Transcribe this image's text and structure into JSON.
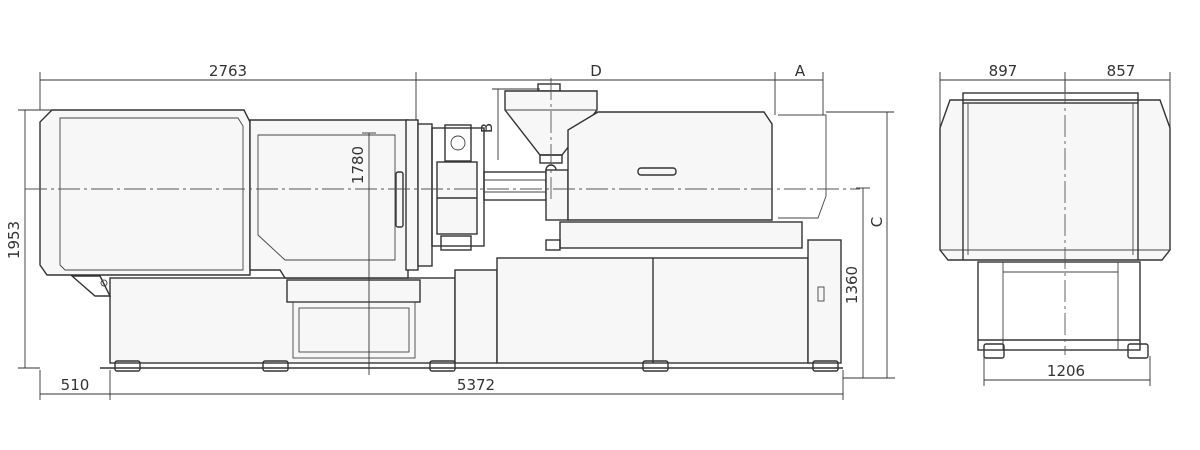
{
  "colors": {
    "line": "#333333",
    "background": "#ffffff"
  },
  "dimensions": {
    "clamp_length": "2763",
    "d_label": "D",
    "a_label": "A",
    "b_label": "B",
    "c_label": "C",
    "center_height": "1780",
    "overall_height": "1953",
    "base_height": "1360",
    "front_offset": "510",
    "overall_length": "5372",
    "side_left": "897",
    "side_right": "857",
    "side_width": "1206"
  }
}
